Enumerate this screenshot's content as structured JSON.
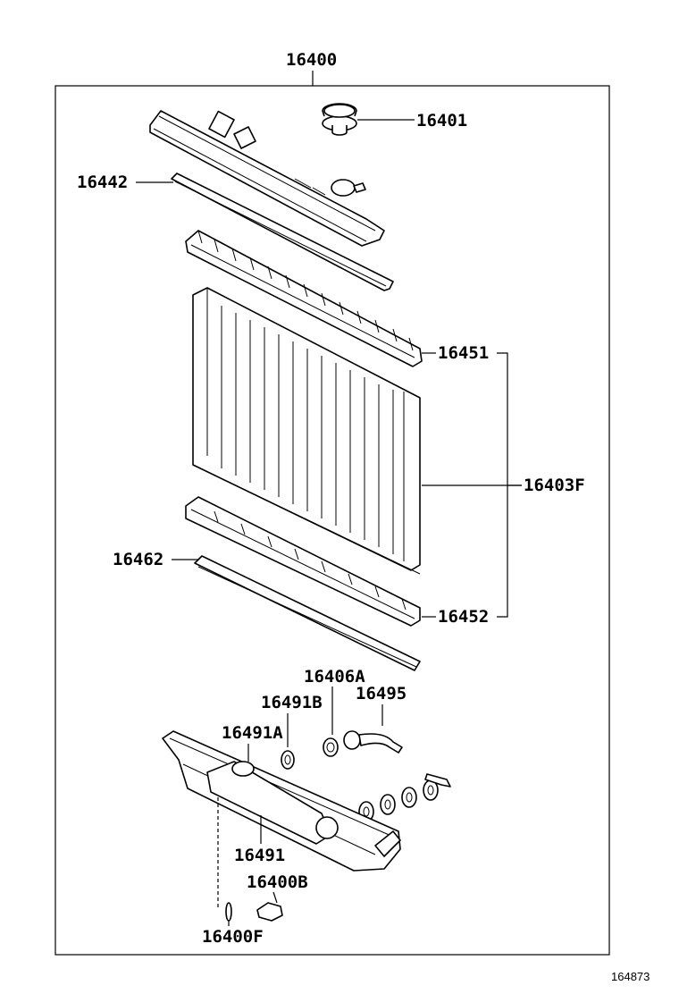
{
  "diagram": {
    "figure_number": "164873",
    "labels": {
      "assembly": "16400",
      "radiator_cap": "16401",
      "upper_tank_gasket": "16442",
      "upper_tank": "16451",
      "core": "16403F",
      "lower_tank_gasket": "16462",
      "lower_tank": "16452",
      "plug_a": "16406A",
      "hose": "16495",
      "grommet_b": "16491B",
      "grommet_a": "16491A",
      "oil_cooler": "16491",
      "drain_cock": "16400B",
      "drain_plug_seal": "16400F"
    }
  }
}
